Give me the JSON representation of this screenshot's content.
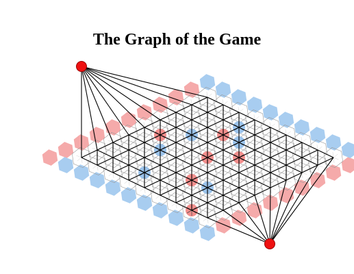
{
  "title": "The Graph of the Game",
  "board": {
    "size": 9,
    "red_stones": [
      [
        1,
        4
      ],
      [
        3,
        6
      ],
      [
        4,
        4
      ],
      [
        5,
        2
      ],
      [
        5,
        5
      ],
      [
        7,
        0
      ]
    ],
    "blue_stones": [
      [
        2,
        3
      ],
      [
        2,
        5
      ],
      [
        3,
        1
      ],
      [
        3,
        7
      ],
      [
        4,
        6
      ],
      [
        6,
        2
      ]
    ]
  },
  "colors": {
    "red_edge": "#f5aaaa",
    "blue_edge": "#a8cdf0",
    "red_stone": "#f07a78",
    "blue_stone": "#8ab8e8",
    "terminal": "#ee1111",
    "terminal_stroke": "#990000",
    "hex_line": "#999999",
    "graph_line": "#000000"
  }
}
